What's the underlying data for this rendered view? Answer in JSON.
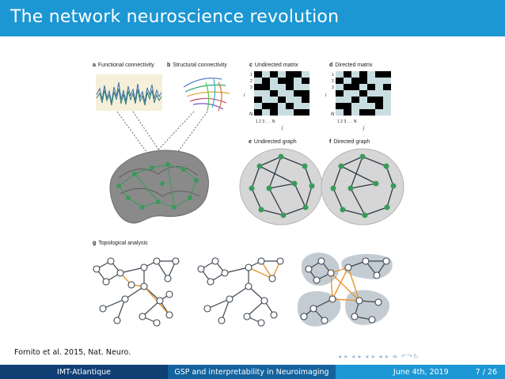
{
  "slide": {
    "title": "The network neuroscience revolution",
    "citation": "Fornito et al. 2015, Nat. Neuro.",
    "nav_symbols": "◂ ▸ ◂ ▸ ◂ ▸ ◂ ▸ ≡ ↶↷↻"
  },
  "figure": {
    "panels": {
      "a": {
        "letter": "a",
        "label": "Functional connectivity"
      },
      "b": {
        "letter": "b",
        "label": "Structural connectivity"
      },
      "c": {
        "letter": "c",
        "label": "Undirected matrix"
      },
      "d": {
        "letter": "d",
        "label": "Directed matrix"
      },
      "e": {
        "letter": "e",
        "label": "Undirected graph"
      },
      "f": {
        "letter": "f",
        "label": "Directed graph"
      },
      "g": {
        "letter": "g",
        "label": "Topological analysis"
      }
    },
    "matrix_axis": {
      "row_ticks": [
        "1",
        "2",
        "3",
        "N"
      ],
      "col_ticks": "1 2 3 . . . N",
      "row_var": "i",
      "col_var": "j"
    }
  },
  "footer": {
    "institution": "IMT-Atlantique",
    "talk_title": "GSP and interpretability in Neuroimaging",
    "date": "June 4th, 2019",
    "page": "7 / 26"
  },
  "colors": {
    "title_bar": "#1c97d3",
    "footer_left": "#0f3f73",
    "footer_mid": "#14639e",
    "footer_right": "#1c97d3",
    "node_green": "#3a9a5b",
    "highlight_orange": "#e8962e"
  }
}
